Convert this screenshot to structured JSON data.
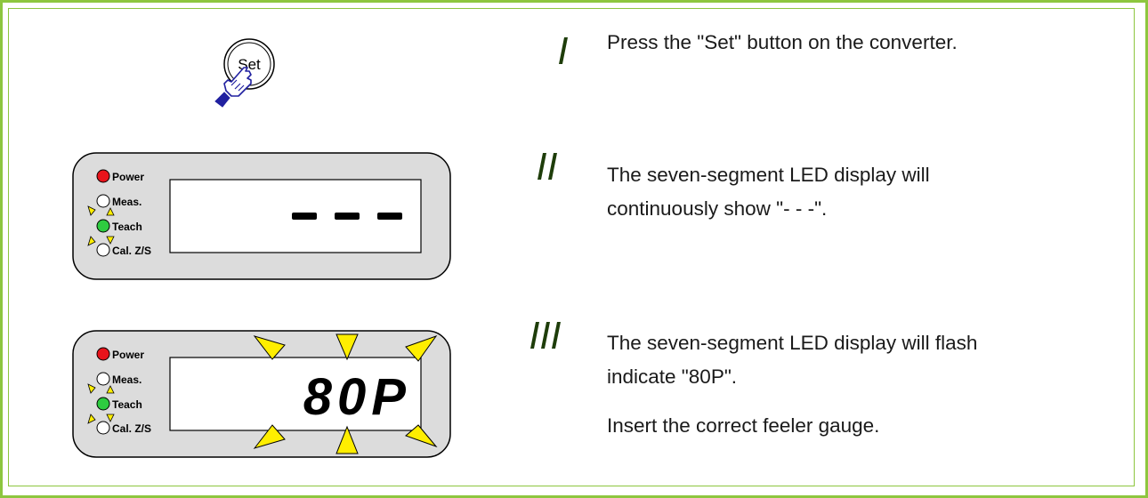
{
  "steps": [
    {
      "numeral": "I",
      "text": "Press the \"Set\" button on the converter."
    },
    {
      "numeral": "II",
      "text_lines": [
        "The seven-segment LED display will",
        "continuously show \"- - -\"."
      ]
    },
    {
      "numeral": "III",
      "text_lines": [
        "The seven-segment LED display will flash",
        "indicate \"80P\"."
      ],
      "note": "Insert the correct feeler gauge."
    }
  ],
  "set_button": {
    "label": "Set",
    "icon": "pointing-hand-icon"
  },
  "panel_1": {
    "indicators": [
      {
        "label": "Power",
        "state": "on",
        "color": "#e8141b"
      },
      {
        "label": "Meas.",
        "state": "off",
        "color": "#ffffff"
      },
      {
        "label": "Teach",
        "state": "on",
        "color": "#2ecc40"
      },
      {
        "label": "Cal. Z/S",
        "state": "off",
        "color": "#ffffff"
      }
    ],
    "display": "- - -",
    "flashing": false
  },
  "panel_2": {
    "indicators": [
      {
        "label": "Power",
        "state": "on",
        "color": "#e8141b"
      },
      {
        "label": "Meas.",
        "state": "off",
        "color": "#ffffff"
      },
      {
        "label": "Teach",
        "state": "on",
        "color": "#2ecc40"
      },
      {
        "label": "Cal. Z/S",
        "state": "off",
        "color": "#ffffff"
      }
    ],
    "display": "80P",
    "flashing": true
  },
  "colors": {
    "frame": "#8dc63f",
    "flash_marker": "#ffee00"
  }
}
